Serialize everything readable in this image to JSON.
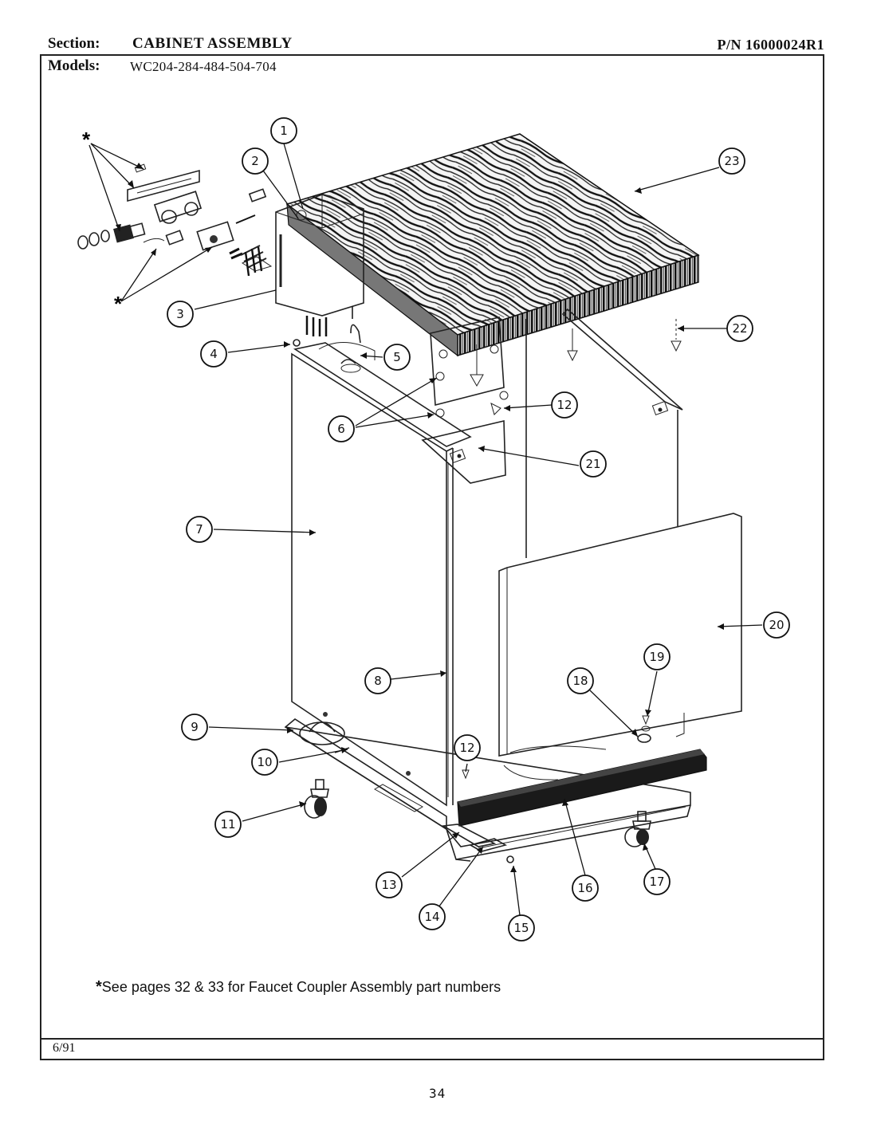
{
  "header": {
    "section_label": "Section:",
    "section_value": "CABINET ASSEMBLY",
    "models_label": "Models:",
    "models_value": "WC204-284-484-504-704",
    "part_number": "P/N 16000024R1"
  },
  "footnote": {
    "marker": "*",
    "text": "See pages 32 & 33 for Faucet Coupler Assembly part numbers"
  },
  "footer": {
    "date": "6/91",
    "page_number": "34"
  },
  "callouts": [
    "1",
    "2",
    "3",
    "4",
    "5",
    "6",
    "7",
    "8",
    "9",
    "10",
    "11",
    "12",
    "12",
    "13",
    "14",
    "15",
    "16",
    "17",
    "18",
    "19",
    "20",
    "21",
    "22",
    "23"
  ],
  "asterisk_marks": [
    "*",
    "*"
  ]
}
